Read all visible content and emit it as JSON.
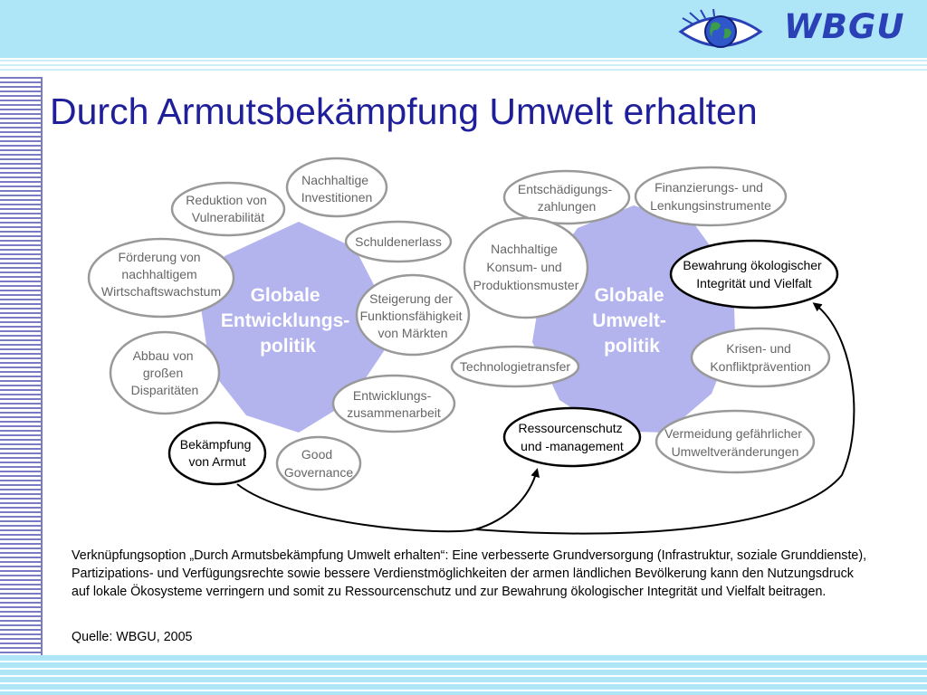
{
  "logo": {
    "text": "WBGU",
    "icon": "eye-globe-icon"
  },
  "title": "Durch Armutsbekämpfung Umwelt erhalten",
  "hubs": {
    "development": [
      "Globale",
      "Entwicklungs-",
      "politik"
    ],
    "environment": [
      "Globale",
      "Umwelt-",
      "politik"
    ]
  },
  "bubbles": {
    "nachhaltige_investitionen": [
      "Nachhaltige",
      "Investitionen"
    ],
    "reduktion_vulnerabilitaet": [
      "Reduktion von",
      "Vulnerabilität"
    ],
    "schuldenerlass": [
      "Schuldenerlass"
    ],
    "foerderung_wachstum": [
      "Förderung von",
      "nachhaltigem",
      "Wirtschaftswachstum"
    ],
    "steigerung_maerkte": [
      "Steigerung der",
      "Funktionsfähigkeit",
      "von Märkten"
    ],
    "abbau_disparitaeten": [
      "Abbau von",
      "großen",
      "Disparitäten"
    ],
    "entwicklungszusammenarbeit": [
      "Entwicklungs-",
      "zusammenarbeit"
    ],
    "bekaempfung_armut": [
      "Bekämpfung",
      "von Armut"
    ],
    "good_governance": [
      "Good",
      "Governance"
    ],
    "entschaedigungszahlungen": [
      "Entschädigungs-",
      "zahlungen"
    ],
    "finanzierungsinstrumente": [
      "Finanzierungs- und",
      "Lenkungsinstrumente"
    ],
    "nachhaltige_konsummuster": [
      "Nachhaltige",
      "Konsum- und",
      "Produktionsmuster"
    ],
    "bewahrung_integritaet": [
      "Bewahrung ökologischer",
      "Integrität und Vielfalt"
    ],
    "technologietransfer": [
      "Technologietransfer"
    ],
    "krisenpraevention": [
      "Krisen- und",
      "Konfliktprävention"
    ],
    "ressourcenschutz": [
      "Ressourcenschutz",
      "und -management"
    ],
    "umweltveraenderungen": [
      "Vermeidung gefährlicher",
      "Umweltveränderungen"
    ]
  },
  "caption": "Verknüpfungsoption „Durch Armutsbekämpfung Umwelt erhalten“: Eine verbesserte Grundversorgung (Infrastruktur, soziale Grunddienste), Partizipations- und Verfügungsrechte sowie bessere Verdienstmöglichkeiten der armen ländlichen Bevölkerung kann den Nutzungsdruck auf lokale Ökosysteme verringern und somit zu Ressourcenschutz und zur Bewahrung ökologischer Integrität und Vielfalt beitragen.",
  "source": "Quelle: WBGU, 2005",
  "colors": {
    "header": "#aee6f7",
    "hub_fill": "#b3b3ee",
    "hub_text": "#ffffff",
    "bubble_stroke": "#999999",
    "bubble_text": "#666666",
    "highlight_stroke": "#000000",
    "title": "#1f1f9a",
    "logo": "#2a40b6"
  }
}
